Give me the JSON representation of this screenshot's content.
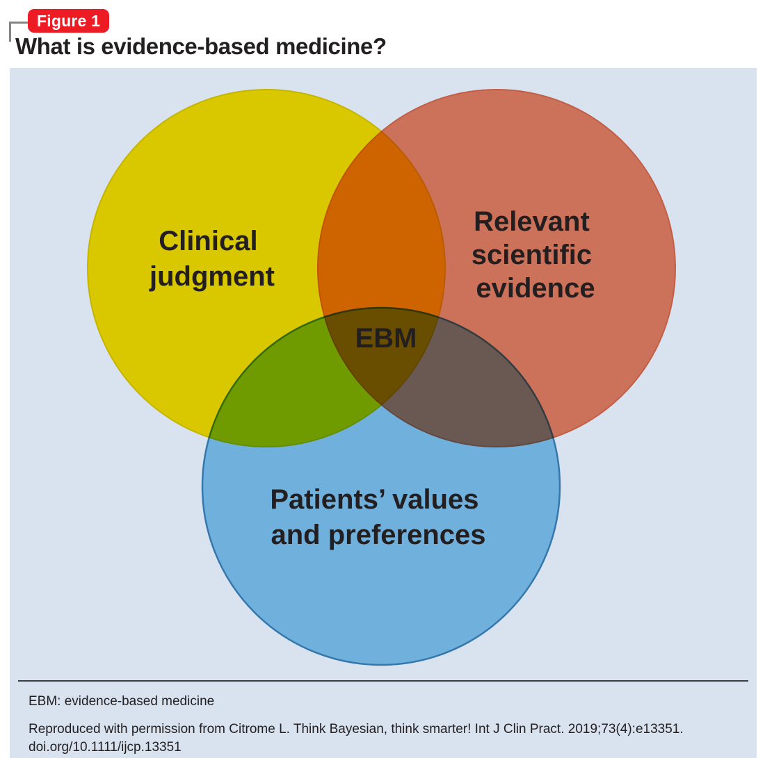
{
  "header": {
    "badge_label": "Figure 1",
    "title": "What is evidence-based medicine?",
    "badge_color": "#ED1C24",
    "bracket_color": "#868686",
    "title_color": "#231f20"
  },
  "panel": {
    "background_color": "#D9E3F0"
  },
  "chart_data": {
    "type": "venn",
    "title": "What is evidence-based medicine?",
    "sets": [
      {
        "id": "clinical-judgment",
        "label": "Clinical judgment",
        "label_lines": [
          "Clinical",
          "judgment"
        ],
        "color": "#FFE000",
        "stroke": "#E8CC00",
        "center": [
          383,
          386
        ],
        "radius": 257
      },
      {
        "id": "relevant-scientific-evidence",
        "label": "Relevant scientific evidence",
        "label_lines": [
          "Relevant",
          "scientific",
          "evidence"
        ],
        "color": "#F1805F",
        "stroke": "#E4694A",
        "center": [
          714,
          386
        ],
        "radius": 257
      },
      {
        "id": "patients-values-and-preferences",
        "label": "Patients’ values and preferences",
        "label_lines": [
          "Patients’ values",
          "and preferences"
        ],
        "color": "#72BEE8",
        "stroke": "#3D86B8",
        "center": [
          548,
          700
        ],
        "radius": 257
      }
    ],
    "intersections": [
      {
        "sets": [
          "clinical-judgment",
          "relevant-scientific-evidence"
        ],
        "label": "",
        "color": "#F9B32B"
      },
      {
        "sets": [
          "clinical-judgment",
          "patients-values-and-preferences"
        ],
        "label": "",
        "color": "#8EAE45"
      },
      {
        "sets": [
          "relevant-scientific-evidence",
          "patients-values-and-preferences"
        ],
        "label": "",
        "color": "#8F6B6B"
      },
      {
        "sets": [
          "clinical-judgment",
          "relevant-scientific-evidence",
          "patients-values-and-preferences"
        ],
        "label": "EBM",
        "color": "#8A9239"
      }
    ],
    "center_label": "EBM",
    "legend": "",
    "grid": false
  },
  "footer": {
    "abbreviation_note": "EBM: evidence-based medicine",
    "credit_line_1": "Reproduced with permission from Citrome L. Think Bayesian, think smarter! Int J Clin Pract. 2019;73(4):e13351.",
    "credit_line_2": "doi.org/10.1111/ijcp.13351"
  }
}
